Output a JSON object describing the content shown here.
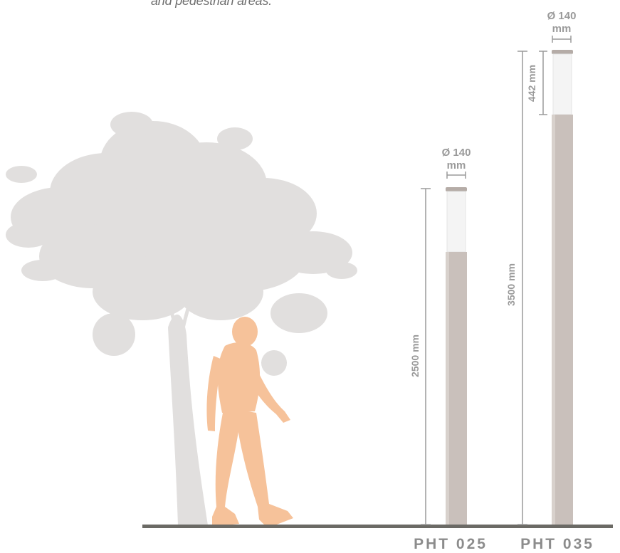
{
  "caption": "and pedestrian areas.",
  "products": [
    {
      "model": "PHT 025",
      "height_label": "2500 mm",
      "diameter_label": "Ø 140",
      "diameter_unit": "mm"
    },
    {
      "model": "PHT 035",
      "height_label": "3500 mm",
      "head_label": "442 mm",
      "diameter_label": "Ø 140",
      "diameter_unit": "mm"
    }
  ],
  "colors": {
    "pole": "#c9c0bb",
    "diffuser": "#f4f4f4",
    "cap": "#b5aca7",
    "ground": "#6b6a65",
    "person": "#f6c29a",
    "tree": "#e1dfde",
    "dimension_line": "#9a9a9a",
    "label": "#9a9a9a",
    "model_label": "#8c8c8c"
  }
}
